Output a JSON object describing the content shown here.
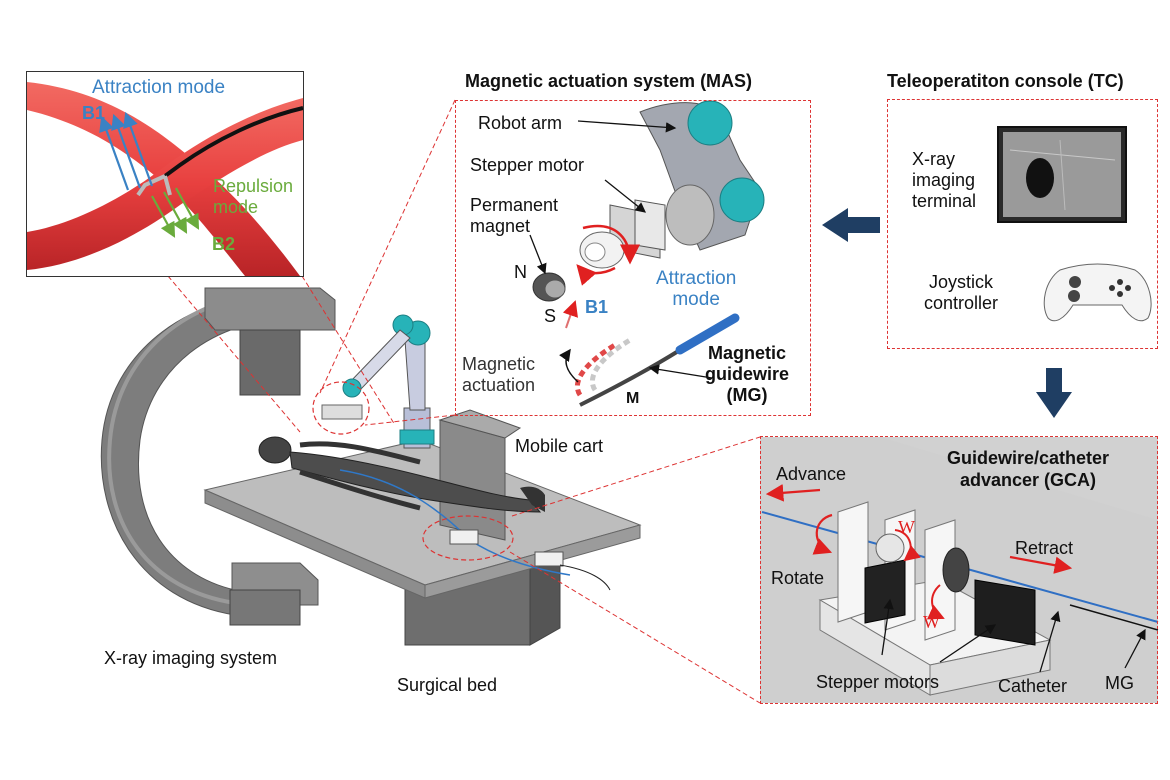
{
  "inset": {
    "attraction_label": "Attraction mode",
    "b1": "B1",
    "repulsion_label": "Repulsion\nmode",
    "b2": "B2"
  },
  "mas": {
    "title": "Magnetic actuation system (MAS)",
    "robot_arm": "Robot arm",
    "stepper_motor": "Stepper motor",
    "permanent_magnet": "Permanent\nmagnet",
    "n": "N",
    "s": "S",
    "b1": "B1",
    "attraction_mode": "Attraction\nmode",
    "magnetic_actuation": "Magnetic\nactuation",
    "m": "M",
    "magnetic_guidewire": "Magnetic\nguidewire\n(MG)"
  },
  "tc": {
    "title": "Teleoperatiton console (TC)",
    "xray_terminal": "X-ray\nimaging\nterminal",
    "joystick": "Joystick\ncontroller"
  },
  "scene": {
    "mobile_cart": "Mobile cart",
    "xray_system": "X-ray imaging system",
    "surgical_bed": "Surgical bed"
  },
  "gca": {
    "title": "Guidewire/catheter\nadvancer (GCA)",
    "advance": "Advance",
    "rotate": "Rotate",
    "retract": "Retract",
    "w1": "W",
    "w2": "W",
    "stepper_motors": "Stepper motors",
    "catheter": "Catheter",
    "mg": "MG"
  },
  "colors": {
    "vessel": "#e8403f",
    "attraction": "#3a82c4",
    "repulsion": "#6aab3c",
    "dashed_box": "#dd3333",
    "flow_arrow": "#1f3e63",
    "robot_teal": "#27b3b8"
  }
}
